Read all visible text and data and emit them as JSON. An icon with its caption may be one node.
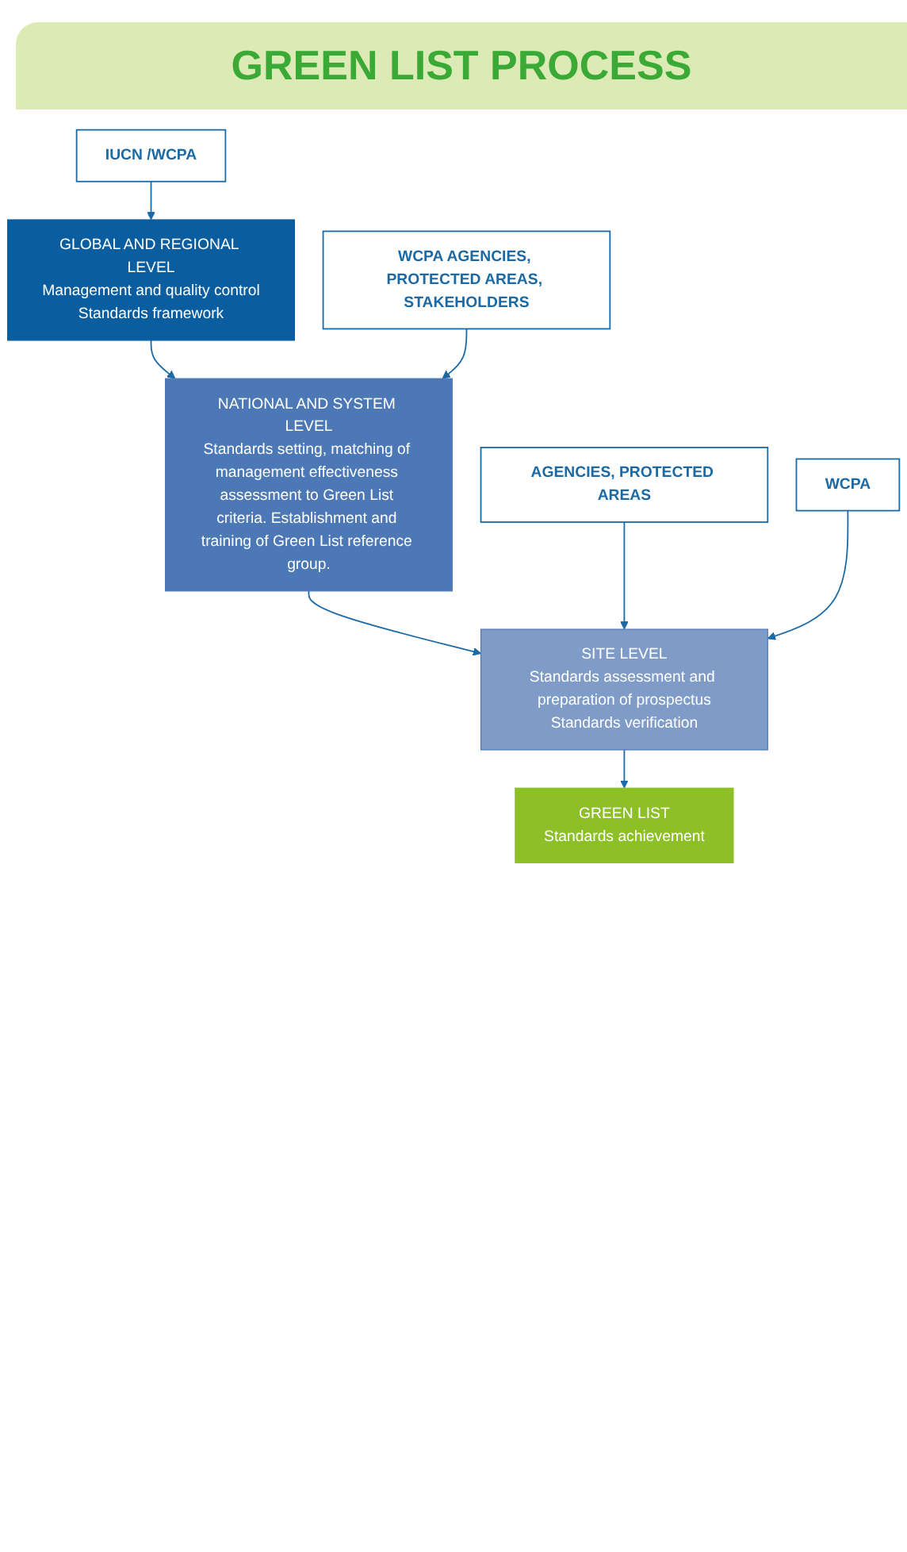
{
  "diagram": {
    "title": "GREEN LIST PROCESS",
    "nodes": [
      {
        "text": [
          "IUCN /WCPA"
        ]
      },
      {
        "text": [
          "GLOBAL AND REGIONAL LEVEL",
          "Management and quality control",
          "Standards framework"
        ]
      },
      {
        "text": [
          "WCPA AGENCIES, PROTECTED AREAS, STAKEHOLDERS"
        ]
      },
      {
        "text": [
          "NATIONAL AND SYSTEM LEVEL",
          "Standards setting, matching of management effectiveness assessment to Green List criteria. Establishment and training of Green List reference group."
        ]
      },
      {
        "text": [
          "AGENCIES, PROTECTED AREAS"
        ]
      },
      {
        "text": [
          "WCPA"
        ]
      },
      {
        "text": [
          "SITE LEVEL",
          "Standards assessment and preparation of prospectus",
          "Standards verification"
        ]
      },
      {
        "text": [
          "GREEN LIST",
          "Standards achievement"
        ]
      }
    ],
    "edges": [
      {
        "from": 0,
        "to": 1,
        "arrow": "to"
      },
      {
        "from": 1,
        "to": 3,
        "arrow": "to"
      },
      {
        "from": 2,
        "to": 3,
        "arrow": "to"
      },
      {
        "from": 3,
        "to": 6,
        "arrow": "to"
      },
      {
        "from": 4,
        "to": 6,
        "arrow": "to"
      },
      {
        "from": 5,
        "to": 6,
        "arrow": "to"
      },
      {
        "from": 6,
        "to": 7,
        "arrow": "to"
      }
    ]
  }
}
